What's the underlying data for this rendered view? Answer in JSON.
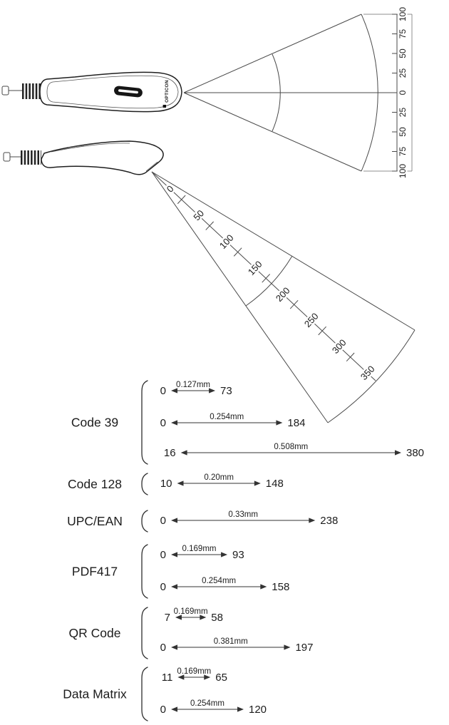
{
  "device": {
    "brand": "OPTICON"
  },
  "top_view": {
    "ruler_labels": [
      "100",
      "75",
      "50",
      "25",
      "0",
      "25",
      "50",
      "75",
      "100"
    ]
  },
  "side_view": {
    "distance_labels": [
      "0",
      "50",
      "100",
      "150",
      "200",
      "250",
      "300",
      "350"
    ]
  },
  "depth_of_field": {
    "groups": [
      {
        "label": "Code 39",
        "rows": [
          {
            "min": 0,
            "max": 73,
            "resolution": "0.127mm"
          },
          {
            "min": 0,
            "max": 184,
            "resolution": "0.254mm"
          },
          {
            "min": 16,
            "max": 380,
            "resolution": "0.508mm"
          }
        ]
      },
      {
        "label": "Code 128",
        "rows": [
          {
            "min": 10,
            "max": 148,
            "resolution": "0.20mm"
          }
        ]
      },
      {
        "label": "UPC/EAN",
        "rows": [
          {
            "min": 0,
            "max": 238,
            "resolution": "0.33mm"
          }
        ]
      },
      {
        "label": "PDF417",
        "rows": [
          {
            "min": 0,
            "max": 93,
            "resolution": "0.169mm"
          },
          {
            "min": 0,
            "max": 158,
            "resolution": "0.254mm"
          }
        ]
      },
      {
        "label": "QR Code",
        "rows": [
          {
            "min": 7,
            "max": 58,
            "resolution": "0.169mm"
          },
          {
            "min": 0,
            "max": 197,
            "resolution": "0.381mm"
          }
        ]
      },
      {
        "label": "Data Matrix",
        "rows": [
          {
            "min": 11,
            "max": 65,
            "resolution": "0.169mm"
          },
          {
            "min": 0,
            "max": 120,
            "resolution": "0.254mm"
          }
        ]
      }
    ]
  }
}
